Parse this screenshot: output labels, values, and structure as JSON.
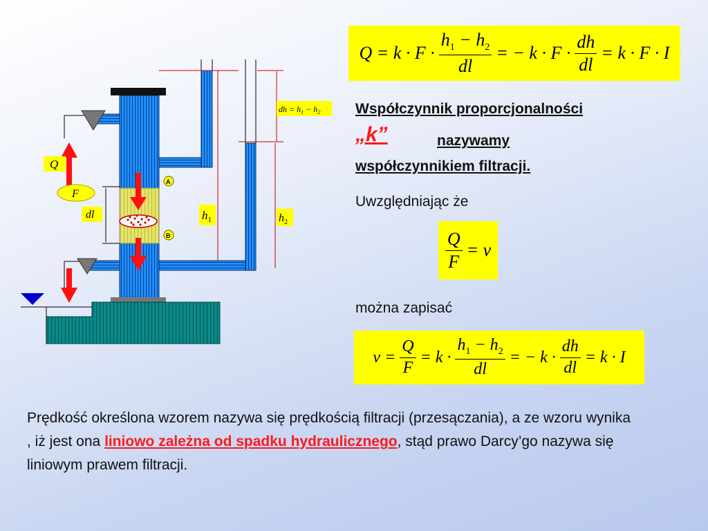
{
  "diagram": {
    "label_Q": "Q",
    "label_F": "F",
    "label_dl": "dl",
    "label_h1": "h",
    "label_h1_sub": "1",
    "label_h2": "h",
    "label_h2_sub": "2",
    "label_dh": "dh = h",
    "label_dh_sub1": "1",
    "label_dh_mid": " − h",
    "label_dh_sub2": "2",
    "point_A": "A",
    "point_B": "B"
  },
  "formula1": {
    "lhs": "Q = k · F ·",
    "frac1_num": "h",
    "frac1_num_sub1": "1",
    "frac1_num_mid": " − h",
    "frac1_num_sub2": "2",
    "frac1_den": "dl",
    "mid": "= − k · F ·",
    "frac2_num": "dh",
    "frac2_den": "dl",
    "rhs": "= k · F · I"
  },
  "text": {
    "coef_title": "Współczynnik proporcjonalności",
    "k_symbol": "„k”",
    "nazywamy": "nazywamy",
    "coef_name": "współczynnikiem filtracji.",
    "uwzgledniajac": "Uwzględniając  że",
    "mozna": "można zapisać"
  },
  "formula2": {
    "num": "Q",
    "den": "F",
    "rhs": "= v"
  },
  "formula3": {
    "lhs": "v =",
    "frac0_num": "Q",
    "frac0_den": "F",
    "eq1": "= k ·",
    "frac1_num": "h",
    "frac1_num_sub1": "1",
    "frac1_num_mid": " − h",
    "frac1_num_sub2": "2",
    "frac1_den": "dl",
    "mid": "= − k ·",
    "frac2_num": "dh",
    "frac2_den": "dl",
    "rhs": "= k · I"
  },
  "paragraph": {
    "part1": "Prędkość określona wzorem  nazywa się prędkością filtracji (przesączania), a ze wzoru wynika , iż jest ona ",
    "highlight": "liniowo zależna od spadku hydraulicznego",
    "part2": ", stąd prawo Darcy’go nazywa się liniowym prawem filtracji."
  },
  "colors": {
    "formula_bg": "#ffff00",
    "water_blue": "#1e90ff",
    "soil": "#e0e060",
    "arrow_red": "#ff1010",
    "tank_teal": "#0a8a8a",
    "highlight_red": "#ff1a1a"
  }
}
